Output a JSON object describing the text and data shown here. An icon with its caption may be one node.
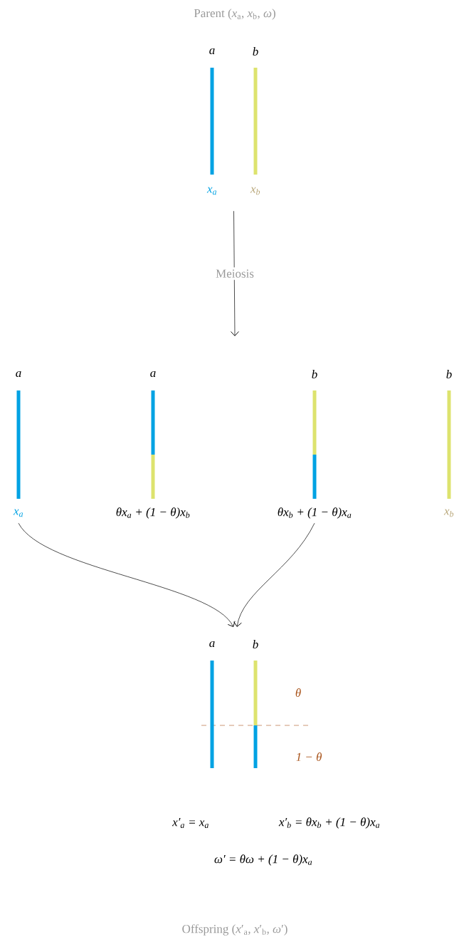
{
  "diagram": {
    "nodes": [
      {
        "text": [
          "a",
          "x$_{a}$"
        ]
      },
      {
        "text": [
          "b",
          "x$_{b}$"
        ]
      },
      {
        "text": [
          "a",
          "x$_{a}$"
        ]
      },
      {
        "text": [
          "a",
          "θx$_{a}$ + (1 − θ)x$_{b}$"
        ]
      },
      {
        "text": [
          "b",
          "θx$_{b}$ + (1 − θ)x$_{a}$"
        ]
      },
      {
        "text": [
          "b",
          "x$_{b}$"
        ]
      },
      {
        "text": [
          "a"
        ]
      },
      {
        "text": [
          "b"
        ]
      }
    ],
    "edges": [
      {
        "from": 0,
        "to": null,
        "arrow": "to",
        "label": "Meiosis"
      },
      {
        "from": 1,
        "to": null,
        "arrow": "to"
      },
      {
        "from": 2,
        "to": null,
        "arrow": "to"
      },
      {
        "from": 4,
        "to": null,
        "arrow": "to"
      }
    ],
    "labels": [
      "Parent (*x*$_{a}$, *x*$_{b}$, *ω*)",
      "θ",
      "1 − θ",
      "x′$_{a}$ = x$_{a}$",
      "x′$_{b}$ = θx$_{b}$ + (1 − θ)x$_{a}$",
      "ω′ = θω + (1 − θ)x$_{a}$",
      "Offspring (*x*′$_{a}$, *x*′$_{b}$, *ω*′)"
    ]
  }
}
